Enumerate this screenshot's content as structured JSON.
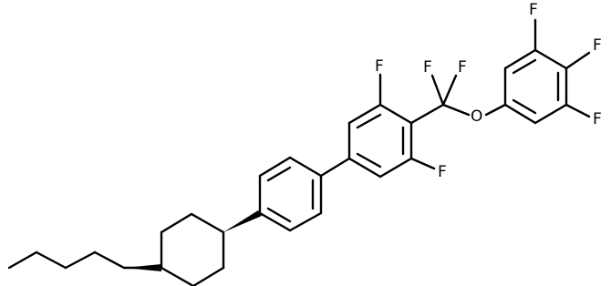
{
  "molecule": {
    "atom_labels": {
      "f_ring_a_top": "F",
      "f_ring_a_bottom": "F",
      "f_cf2_left": "F",
      "f_cf2_right": "F",
      "o_ether": "O",
      "f_ring_b_top": "F",
      "f_ring_b_middle": "F",
      "f_ring_b_bottom": "F"
    },
    "colors": {
      "bonds": "#000000",
      "labels": "#000000",
      "background": "#ffffff"
    }
  }
}
